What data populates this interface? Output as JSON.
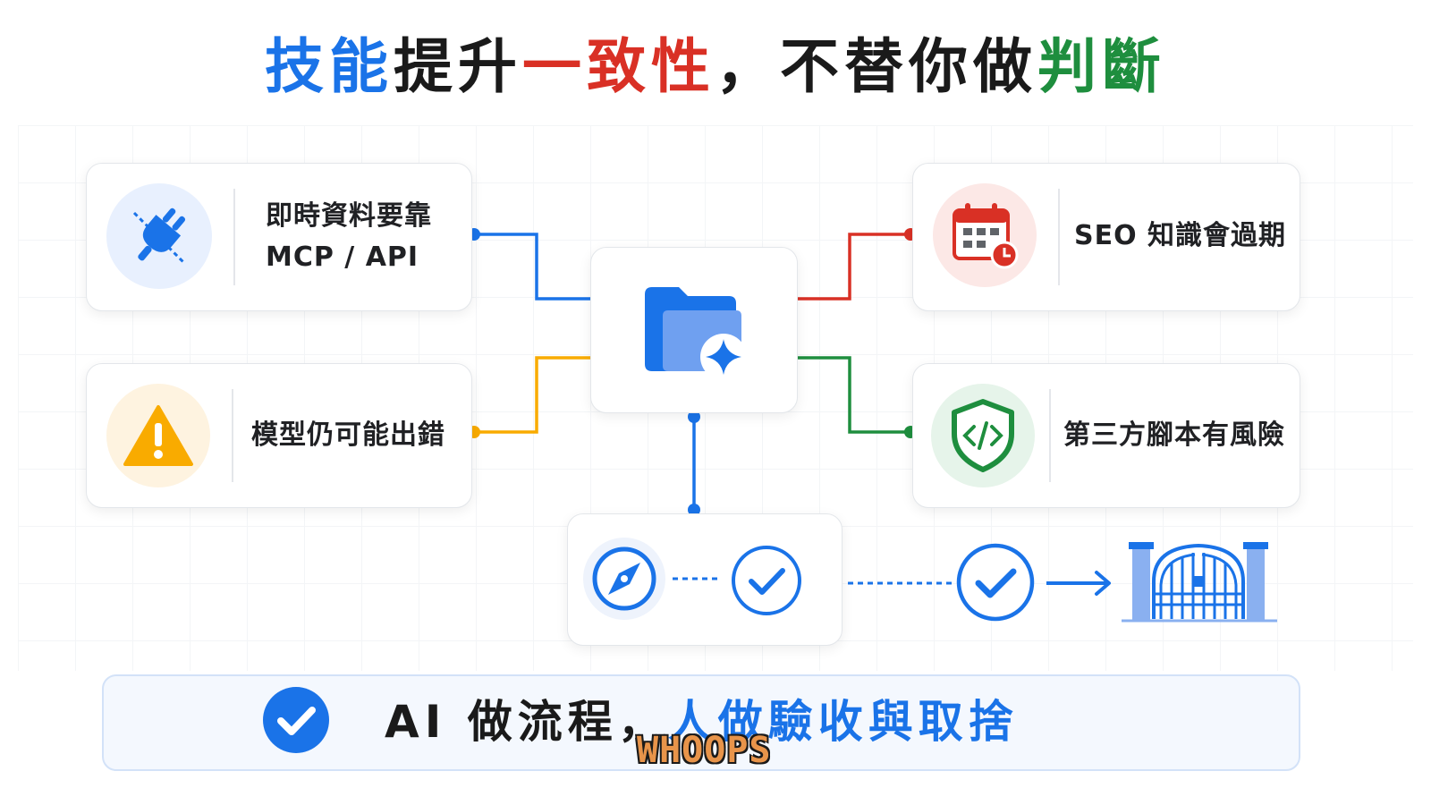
{
  "title": {
    "part1": "技能",
    "part2": "提升",
    "part3": "一致性",
    "part4": "，不替你做",
    "part5": "判斷"
  },
  "cards": {
    "mcp": {
      "line1": "即時資料要靠",
      "line2": "MCP / API",
      "icon": "plug-icon"
    },
    "model": {
      "text": "模型仍可能出錯",
      "icon": "warning-icon"
    },
    "seo": {
      "text": "SEO 知識會過期",
      "icon": "calendar-clock-icon"
    },
    "script": {
      "text": "第三方腳本有風險",
      "icon": "shield-code-icon"
    }
  },
  "center": {
    "icon": "folder-sparkle-icon"
  },
  "flow": {
    "icons": [
      "compass-icon",
      "check-circle-icon",
      "check-circle-icon",
      "arrow-right-icon",
      "gate-icon"
    ]
  },
  "bottom": {
    "part1": "AI 做流程，",
    "part2": "人做驗收與取捨",
    "overlay": "WHOOPS"
  },
  "colors": {
    "blue": "#1a73e8",
    "red": "#d93025",
    "green": "#1e8e3e",
    "yellow": "#f9ab00"
  }
}
